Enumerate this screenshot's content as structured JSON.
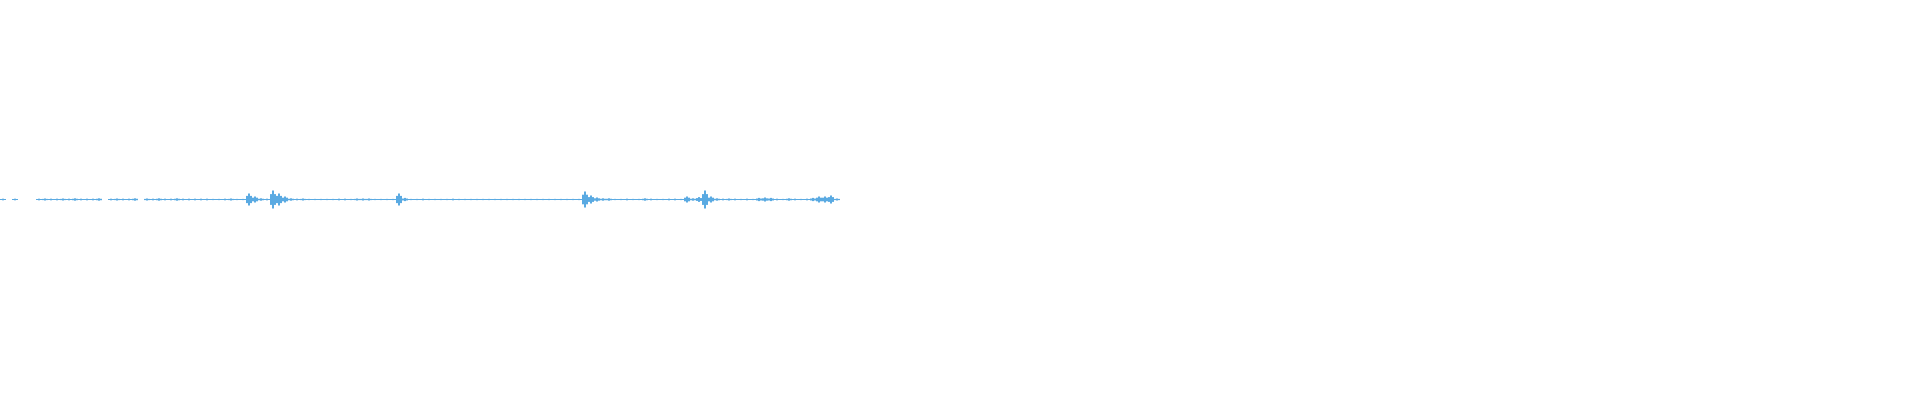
{
  "waveform": {
    "color": "#5aaae2",
    "played_fraction": 0.435,
    "peaks": [
      0.004,
      0,
      0.004,
      0,
      0,
      0,
      0.004,
      0.005,
      0.004,
      0.004,
      0.005,
      0.004,
      0.006,
      0.004,
      0.004,
      0.004,
      0.006,
      0,
      0.004,
      0.005,
      0.004,
      0.004,
      0.006,
      0,
      0.005,
      0.004,
      0.006,
      0.004,
      0.004,
      0.006,
      0.004,
      0.004,
      0.004,
      0.004,
      0.004,
      0.003,
      0.003,
      0.004,
      0.005,
      0.003,
      0.003,
      0.03,
      0.015,
      0.006,
      0.004,
      0.045,
      0.03,
      0.015,
      0.006,
      0.004,
      0.005,
      0.003,
      0.003,
      0.003,
      0.003,
      0.003,
      0.004,
      0.004,
      0.003,
      0.005,
      0.005,
      0.005,
      0.003,
      0.003,
      0.003,
      0.003,
      0.03,
      0.008,
      0.003,
      0.003,
      0.004,
      0.003,
      0.003,
      0.003,
      0.003,
      0.004,
      0.003,
      0.003,
      0.003,
      0.003,
      0.003,
      0.003,
      0.003,
      0.003,
      0.003,
      0.003,
      0.003,
      0.003,
      0.003,
      0.003,
      0.003,
      0.003,
      0.003,
      0.003,
      0.003,
      0.003,
      0.003,
      0.04,
      0.02,
      0.01,
      0.006,
      0.006,
      0.003,
      0.003,
      0.004,
      0.003,
      0.003,
      0.006,
      0.004,
      0.003,
      0.003,
      0.004,
      0.004,
      0.003,
      0.015,
      0.006,
      0.012,
      0.045,
      0.015,
      0.006,
      0.004,
      0.005,
      0.004,
      0.003,
      0.004,
      0.003,
      0.008,
      0.01,
      0.008,
      0.004,
      0.003,
      0.006,
      0.004,
      0.003,
      0.004,
      0.008,
      0.015,
      0.015,
      0.02,
      0.005
    ]
  }
}
